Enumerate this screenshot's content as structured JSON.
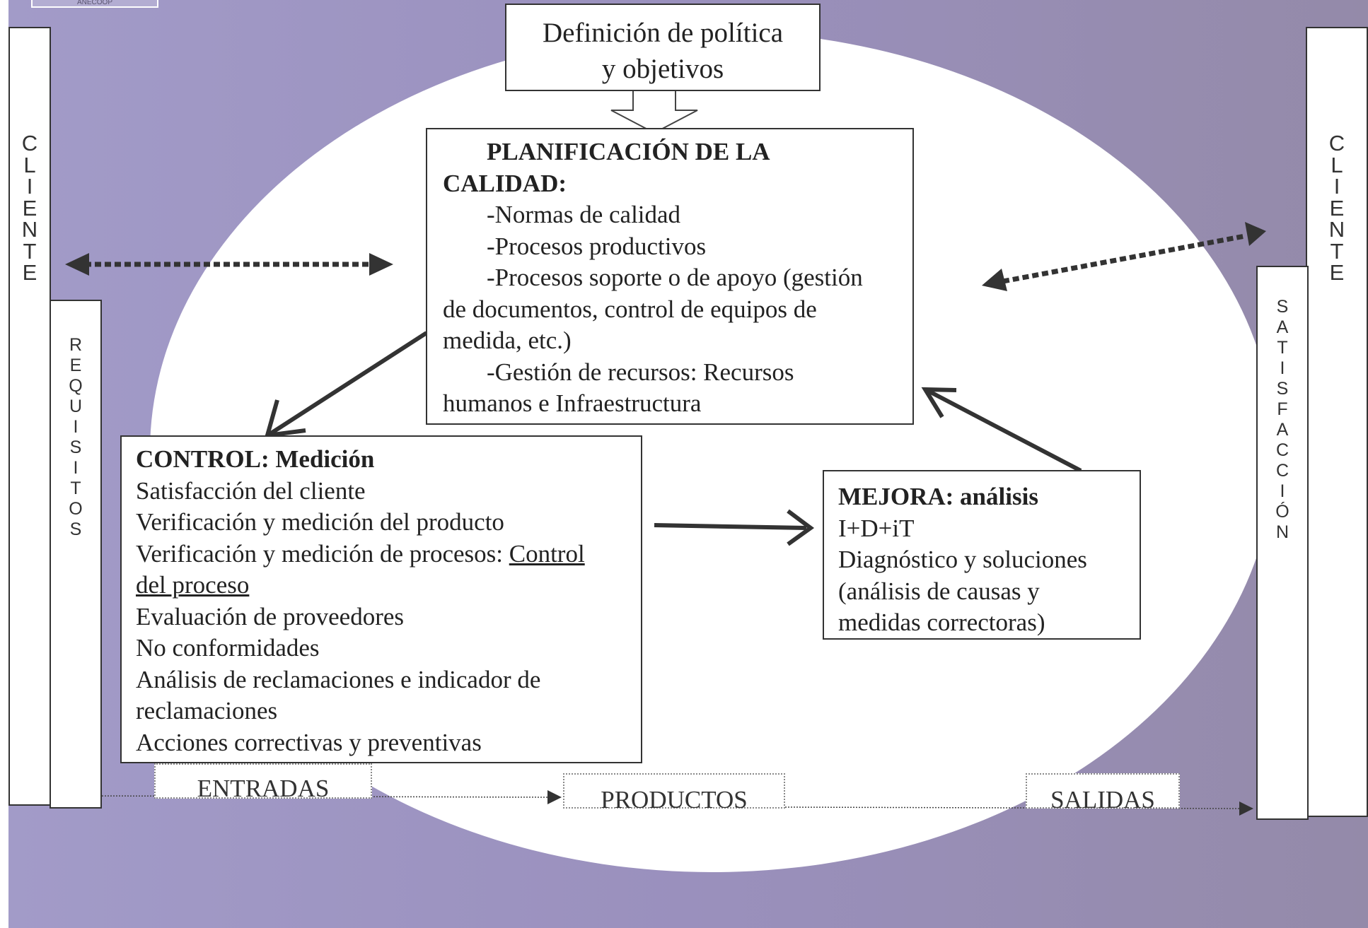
{
  "logo": {
    "text": "ANECOOP"
  },
  "policy": {
    "line1": "Definición de política",
    "line2": "y objetivos"
  },
  "planning": {
    "title_line1": "PLANIFICACIÓN DE LA",
    "title_line2": "CALIDAD:",
    "item1": "-Normas de calidad",
    "item2": "-Procesos productivos",
    "item3_line1": "-Procesos soporte o de apoyo (gestión",
    "item3_line2": "de documentos, control de equipos de",
    "item3_line3": "medida, etc.)",
    "item4_line1": "-Gestión de recursos: Recursos",
    "item4_line2": "humanos e Infraestructura"
  },
  "control": {
    "title": "CONTROL: Medición",
    "item1": "Satisfacción del cliente",
    "item2": "Verificación y medición del producto",
    "item3_prefix": "Verificación y medición de procesos: ",
    "item3_link_part1": "Control",
    "item3_link_part2": "del proceso",
    "item4": "Evaluación de proveedores",
    "item5": "No conformidades",
    "item6_line1": "Análisis de reclamaciones e indicador de",
    "item6_line2": "reclamaciones",
    "item7": "Acciones correctivas y preventivas"
  },
  "improvement": {
    "title": "MEJORA: análisis",
    "item1": "I+D+iT",
    "item2": "Diagnóstico y soluciones",
    "item3_line1": "(análisis de causas y",
    "item3_line2": "medidas correctoras)"
  },
  "side": {
    "cliente_left": [
      "C",
      "L",
      "I",
      "E",
      "N",
      "T",
      "E"
    ],
    "requisitos": [
      "R",
      "E",
      "Q",
      "U",
      "I",
      "S",
      "I",
      "T",
      "O",
      "S"
    ],
    "cliente_right": [
      "C",
      "L",
      "I",
      "E",
      "N",
      "T",
      "E"
    ],
    "satisfaccion": [
      "S",
      "A",
      "T",
      "I",
      "S",
      "F",
      "A",
      "C",
      "C",
      "I",
      "Ó",
      "N"
    ]
  },
  "flow": {
    "entradas": "ENTRADAS",
    "productos": "PRODUCTOS",
    "salidas": "SALIDAS"
  },
  "colors": {
    "background_left": "#a29bc8",
    "background_right": "#948aa9",
    "arrow": "#333333"
  }
}
